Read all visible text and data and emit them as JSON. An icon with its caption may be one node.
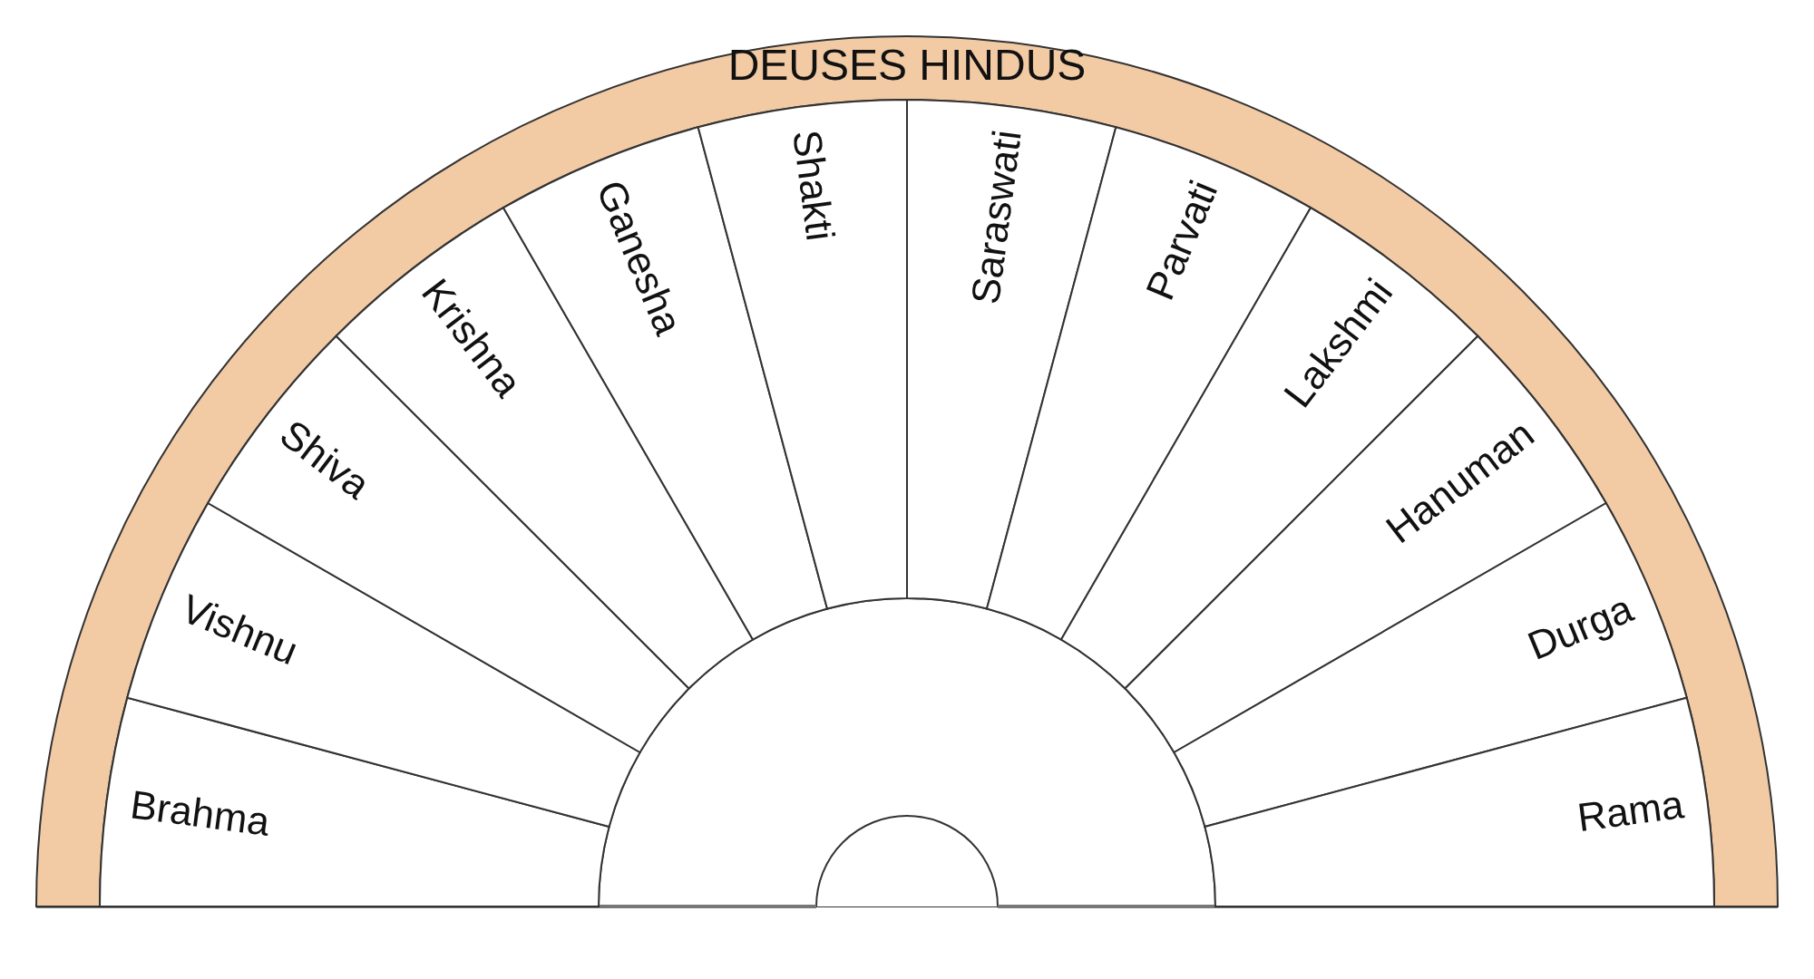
{
  "diagram": {
    "nodes": [
      {
        "text": [
          "DEUSES HINDUS"
        ]
      },
      {
        "text": [
          "Brahma"
        ]
      },
      {
        "text": [
          "Vishnu"
        ]
      },
      {
        "text": [
          "Shiva"
        ]
      },
      {
        "text": [
          "Krishna"
        ]
      },
      {
        "text": [
          "Ganesha"
        ]
      },
      {
        "text": [
          "Shakti"
        ]
      },
      {
        "text": [
          "Saraswati"
        ]
      },
      {
        "text": [
          "Parvati"
        ]
      },
      {
        "text": [
          "Lakshmi"
        ]
      },
      {
        "text": [
          "Hanuman"
        ]
      },
      {
        "text": [
          "Durga"
        ]
      },
      {
        "text": [
          "Rama"
        ]
      }
    ]
  }
}
